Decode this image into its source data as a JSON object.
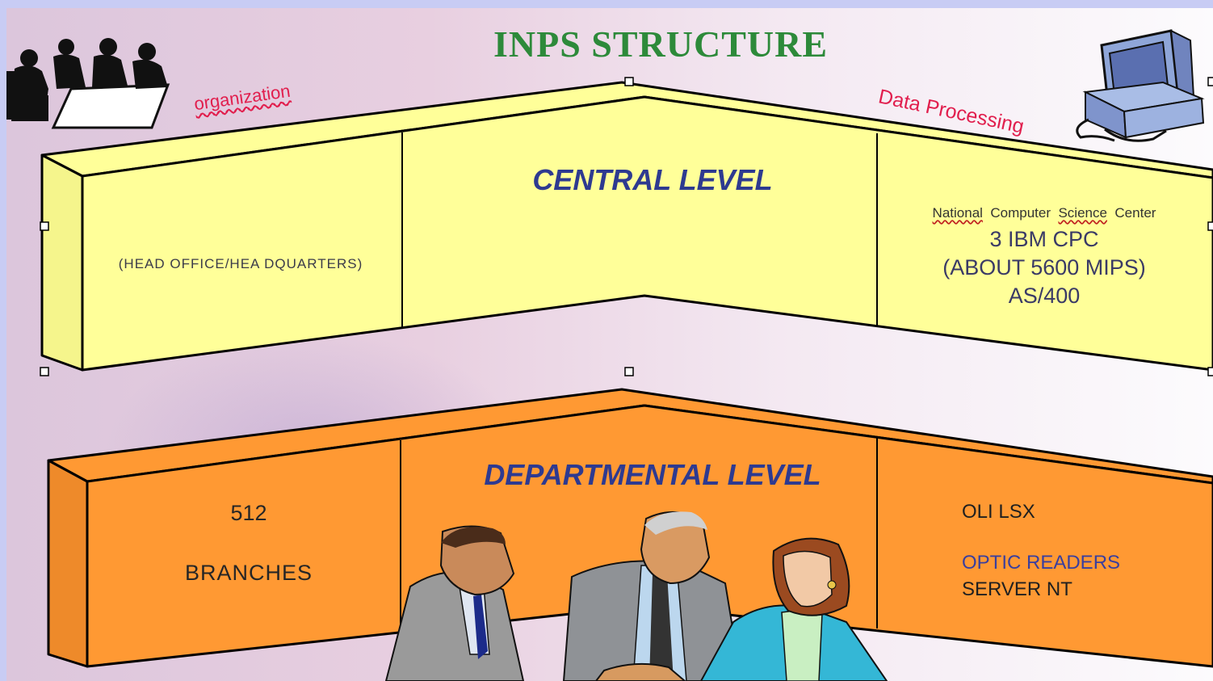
{
  "slide": {
    "title": "INPS  STRUCTURE",
    "labels": {
      "organization": "organization",
      "data_processing": "Data Processing"
    },
    "central_level": {
      "title": "CENTRAL LEVEL",
      "left_text": "(HEAD OFFICE/HEA DQUARTERS)",
      "center_name": [
        "National",
        "Computer",
        "Science",
        "Center"
      ],
      "lines": [
        "3  IBM CPC",
        "(ABOUT 5600 MIPS)",
        "AS/400"
      ],
      "color": "#ffff99"
    },
    "departmental_level": {
      "title": "DEPARTMENTAL LEVEL",
      "branch_count": "512",
      "branch_label": "BRANCHES",
      "equipment": [
        "OLI  LSX",
        "OPTIC READERS",
        "SERVER NT"
      ],
      "color": "#ff9933"
    },
    "colors": {
      "title": "#2d8a3a",
      "word_art": "#e11e4d",
      "level_title": "#2e3a90",
      "background": "#c8ccf4"
    },
    "icons": [
      "meeting-clipart-icon",
      "computer-workstation-icon",
      "business-people-clipart"
    ]
  }
}
